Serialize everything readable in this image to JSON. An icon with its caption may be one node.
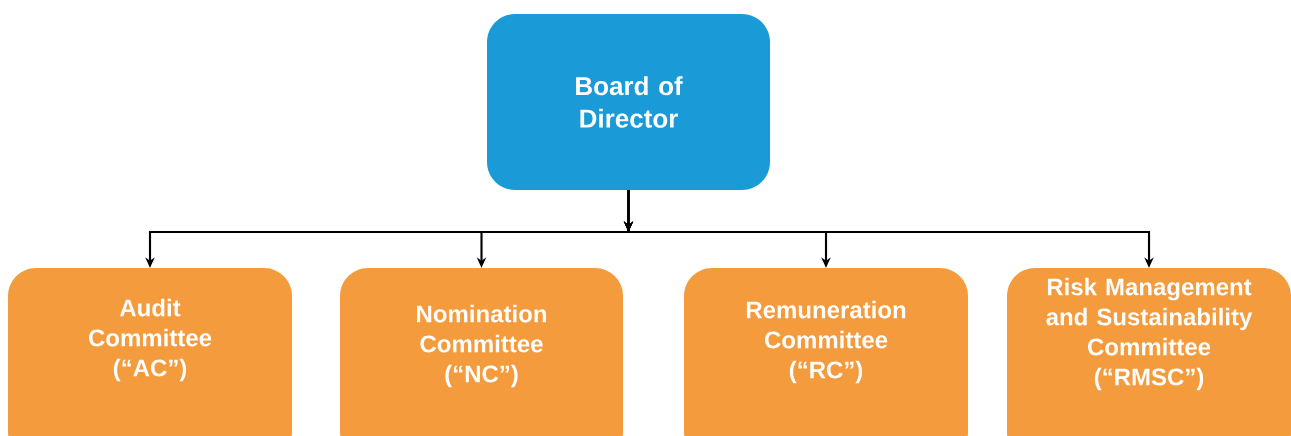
{
  "diagram": {
    "nodes": [
      {
        "text": [
          "Board of Director"
        ]
      },
      {
        "text": [
          "Audit Committee (“AC”)"
        ]
      },
      {
        "text": [
          "Nomination Committee (“NC”)"
        ]
      },
      {
        "text": [
          "Remuneration Committee (“RC”)"
        ]
      },
      {
        "text": [
          "Risk Management and Sustainability Committee (“RMSC”)"
        ]
      }
    ],
    "edges": [
      {
        "from": 0,
        "to": 1,
        "arrow": "to"
      },
      {
        "from": 0,
        "to": 2,
        "arrow": "to"
      },
      {
        "from": 0,
        "to": 3,
        "arrow": "to"
      },
      {
        "from": 0,
        "to": 4,
        "arrow": "to"
      }
    ]
  }
}
